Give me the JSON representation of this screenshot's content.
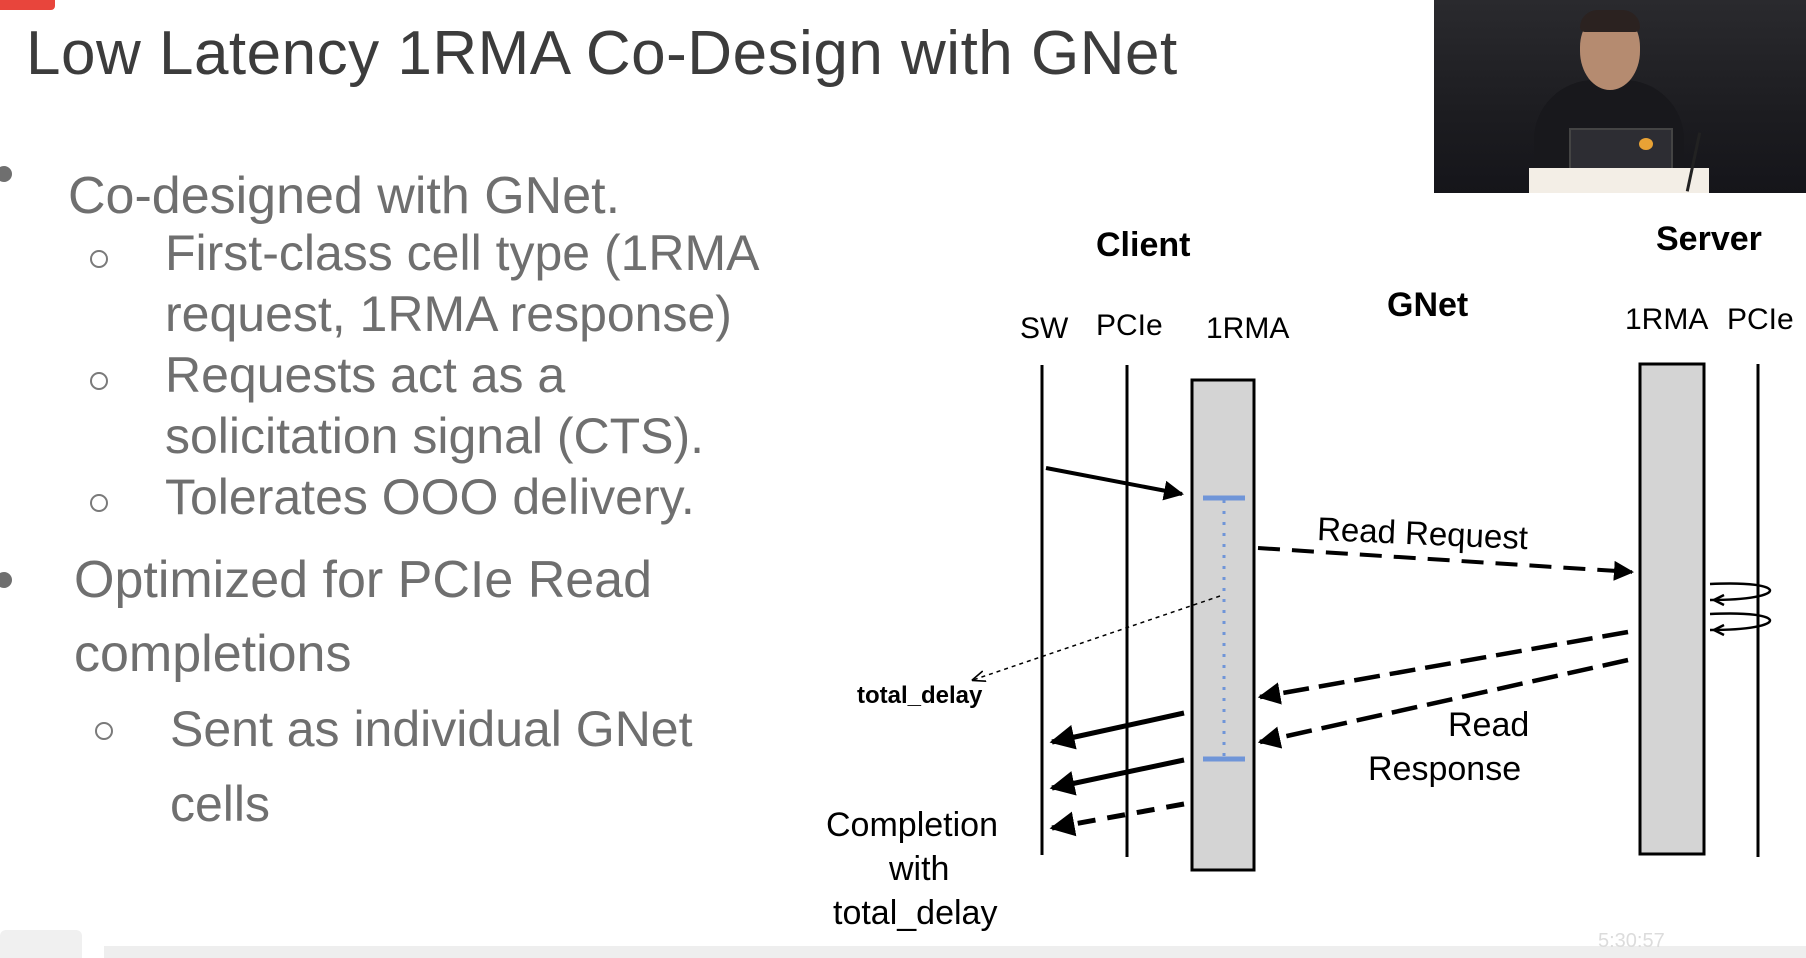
{
  "slide": {
    "title": "Low Latency 1RMA Co-Design with GNet",
    "bullets": [
      {
        "text": "Co-designed with GNet."
      },
      {
        "text": "First-class cell type (1RMA"
      },
      {
        "text": "request, 1RMA response)"
      },
      {
        "text": "Requests act as a"
      },
      {
        "text": "solicitation signal (CTS)."
      },
      {
        "text": "Tolerates OOO delivery."
      },
      {
        "text": "Optimized for PCIe Read"
      },
      {
        "text": "completions"
      },
      {
        "text": "Sent as individual GNet"
      },
      {
        "text": "cells"
      }
    ]
  },
  "diagram": {
    "client_label": "Client",
    "server_label": "Server",
    "gnet_label": "GNet",
    "client_columns": [
      "SW",
      "PCIe",
      "1RMA"
    ],
    "server_columns": [
      "1RMA",
      "PCIe"
    ],
    "read_request_label": "Read Request",
    "read_response_label_line1": "Read",
    "read_response_label_line2": "Response",
    "total_delay_label": "total_delay",
    "completion_line1": "Completion",
    "completion_line2": "with",
    "completion_line3": "total_delay"
  },
  "video": {
    "timestamp": "5:30:57"
  },
  "colors": {
    "title": "#3c3c3c",
    "bullet_text": "#6f6f6f",
    "rma_bar": "#d4d4d4",
    "timing_marker": "#6f95d8",
    "accent": "#e8453c"
  },
  "icons": [
    "presenter-video",
    "bullet-dot-icon",
    "bullet-circle-icon"
  ]
}
